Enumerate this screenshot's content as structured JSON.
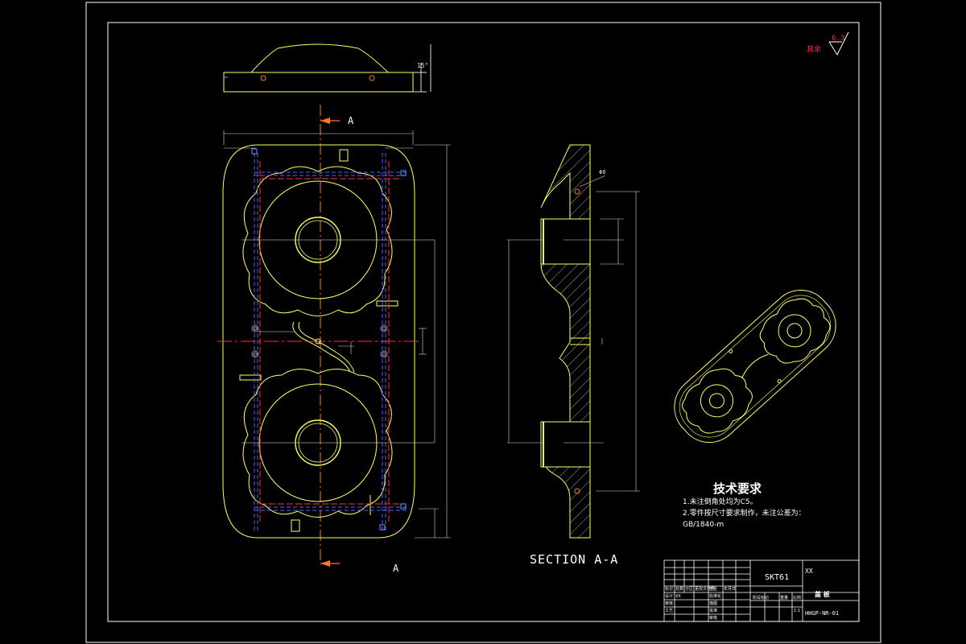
{
  "section_marker": "A",
  "section_caption": "SECTION  A-A",
  "roughness_label": "其余",
  "roughness_value": "6.3",
  "angle_dim": "15°",
  "dia_label": "Φ8",
  "tech": {
    "title": "技术要求",
    "line1": "1.未注倒角处均为C5。",
    "line2": "2.零件按尺寸要求制作，未注公差为：",
    "line3": "GB/1840-m"
  },
  "title_block": {
    "material": "SKT61",
    "company": "XX",
    "part_name": "盖 板",
    "drawing_no": "HHGP-NR-01",
    "scale_header": "比例",
    "weight_header": "重量",
    "stage_header": "阶段标记",
    "scale_value": "1:1",
    "rows": [
      [
        "标记",
        "处数",
        "分区",
        "更改文件号",
        "签名",
        "年月日"
      ],
      [
        "设计",
        "XX",
        "",
        "标准化",
        "",
        ""
      ],
      [
        "审核",
        "",
        "",
        "",
        "",
        ""
      ],
      [
        "工艺",
        "",
        "",
        "批准",
        "",
        ""
      ]
    ],
    "small_labels": [
      "描图",
      "审核"
    ]
  },
  "colors": {
    "outline": "#ffff66",
    "center": "#ff3333",
    "hidden": "#4466ff",
    "arrow": "#ff7722",
    "frame": "#ffffff",
    "tech_text": "#ffffff"
  }
}
